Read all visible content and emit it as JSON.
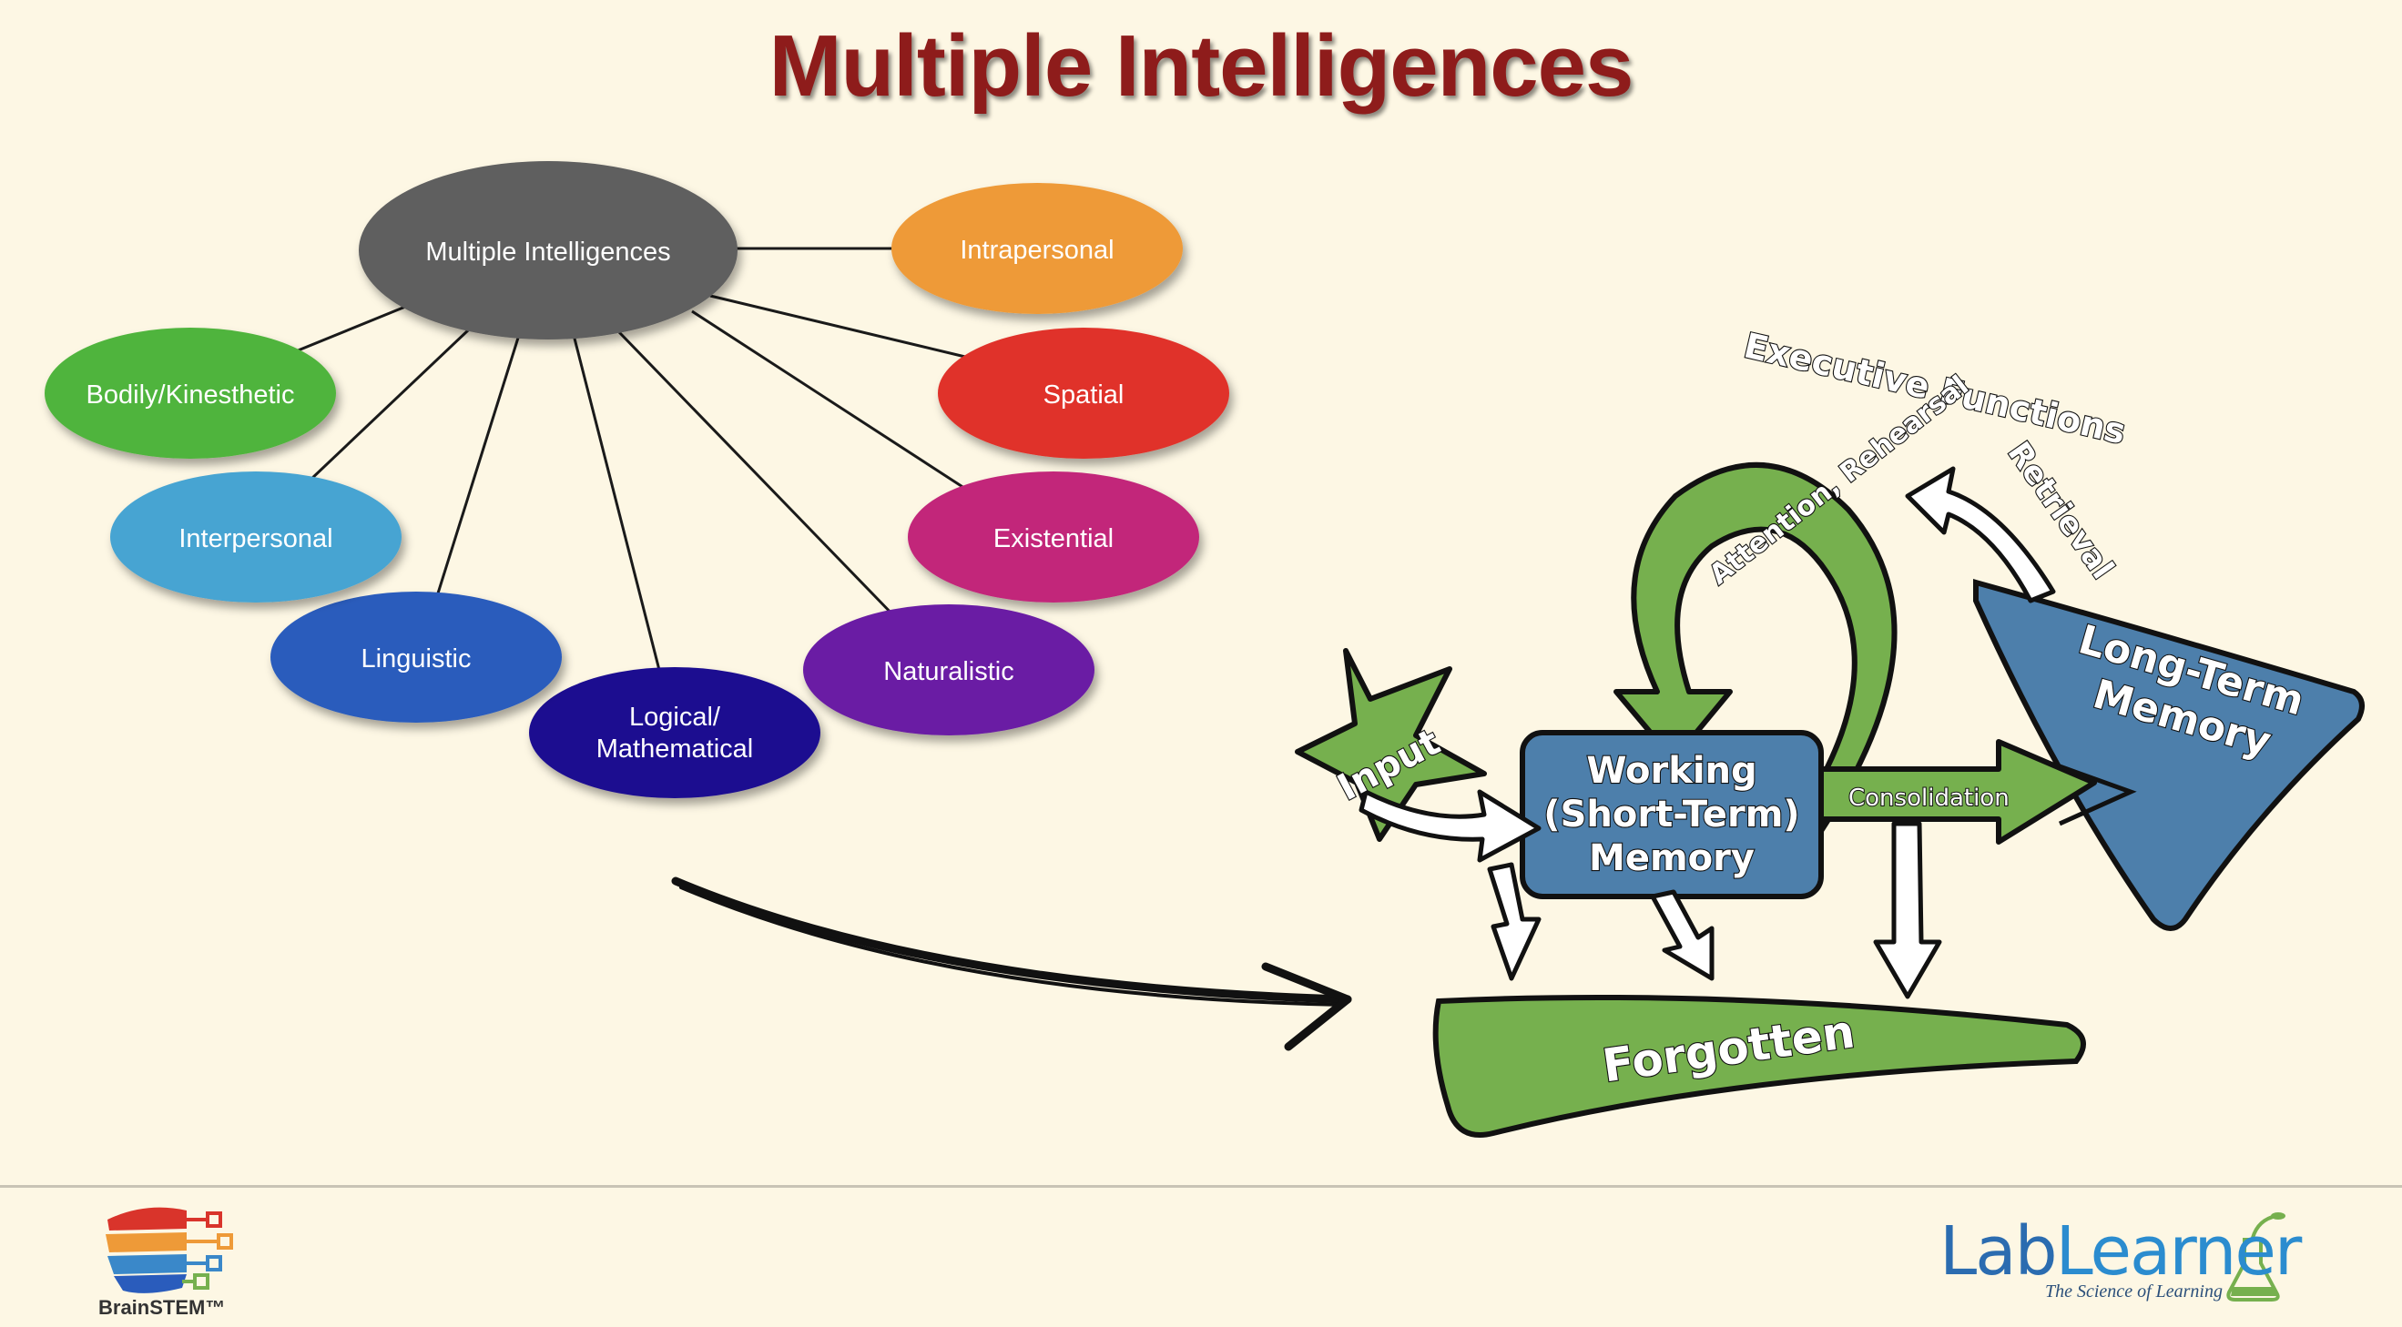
{
  "title": "Multiple Intelligences",
  "mind_map": {
    "center": "Multiple Intelligences",
    "nodes": [
      {
        "label": "Intrapersonal",
        "color": "#ee9a38"
      },
      {
        "label": "Spatial",
        "color": "#e0332a"
      },
      {
        "label": "Existential",
        "color": "#c2287a"
      },
      {
        "label": "Naturalistic",
        "color": "#6a1ca4"
      },
      {
        "label": "Logical/",
        "label2": "Mathematical",
        "color": "#1e1190"
      },
      {
        "label": "Linguistic",
        "color": "#2a5cbc"
      },
      {
        "label": "Interpersonal",
        "color": "#46a4d2"
      },
      {
        "label": "Bodily/Kinesthetic",
        "color": "#50b43c"
      }
    ]
  },
  "memory_model": {
    "executive_functions": "Executive Functions",
    "attention": "Attention, Rehearsal",
    "retrieval": "Retrieval",
    "input": "Input",
    "working_memory": [
      "Working",
      "(Short-Term)",
      "Memory"
    ],
    "long_term_memory": [
      "Long-Term",
      "Memory"
    ],
    "consolidation": "Consolidation",
    "forgotten": "Forgotten"
  },
  "footer": {
    "brainstem": "BrainSTEM™",
    "lab": "Lab",
    "learner": "Learner",
    "tagline": "The Science of Learning"
  },
  "colors": {
    "title": "#8e1c1b",
    "center_node": "#5e5e5e",
    "green": "#76b04e",
    "blue": "#4d7fab",
    "background": "#fdf7e4"
  }
}
